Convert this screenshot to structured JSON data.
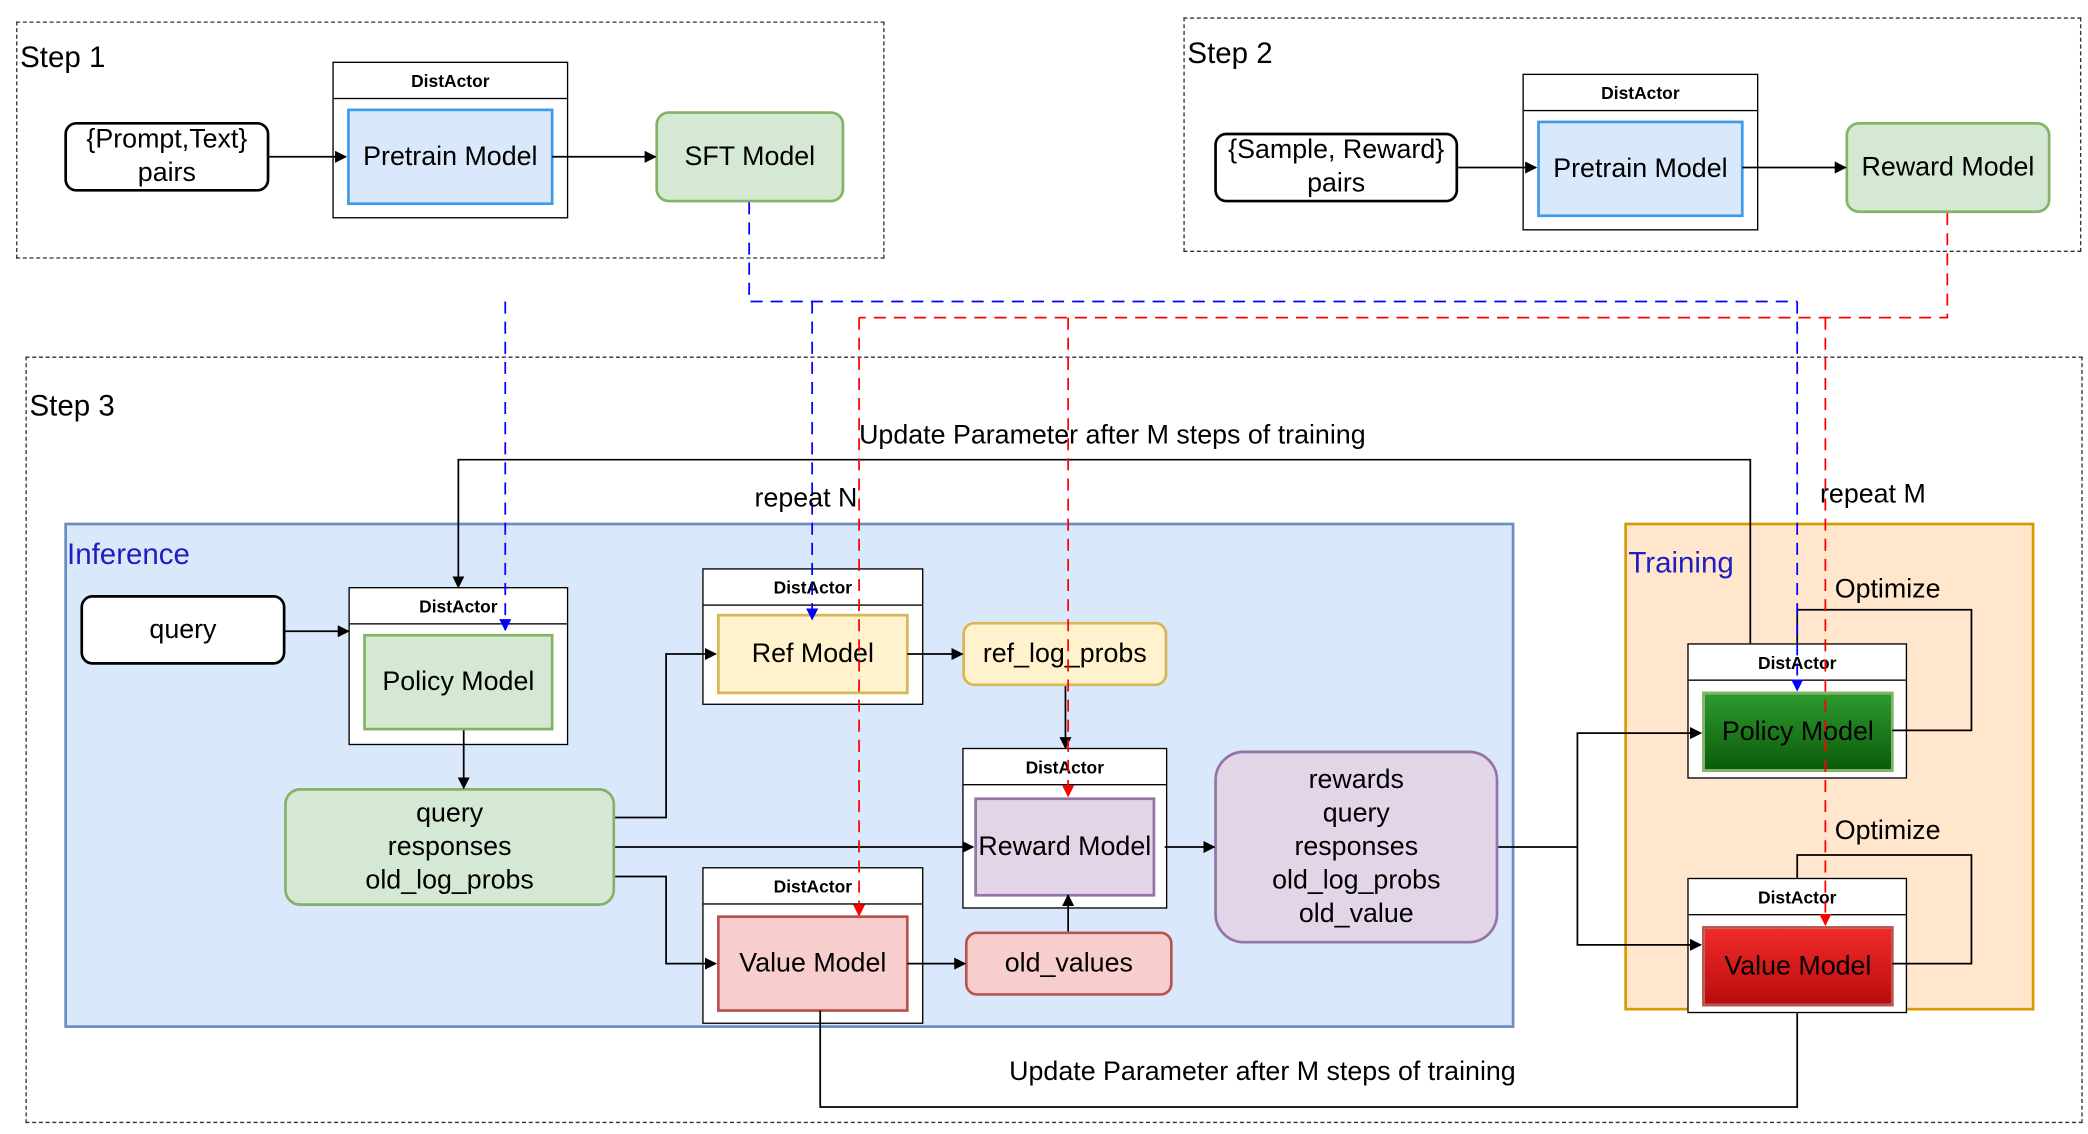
{
  "steps": {
    "step1": "Step 1",
    "step2": "Step 2",
    "step3": "Step 3"
  },
  "regions": {
    "inference": "Inference",
    "training": "Training"
  },
  "header_label": "DistActor",
  "nodes": {
    "prompt_text_pairs": [
      "{Prompt,Text}",
      "pairs"
    ],
    "pretrain_model_1": "Pretrain Model",
    "sft_model": "SFT Model",
    "sample_reward_pairs": [
      "{Sample, Reward}",
      "pairs"
    ],
    "pretrain_model_2": "Pretrain Model",
    "reward_model_top": "Reward Model",
    "query": "query",
    "policy_model": "Policy Model",
    "ref_model": "Ref Model",
    "ref_log_probs": "ref_log_probs",
    "reward_model": "Reward Model",
    "value_model": "Value Model",
    "old_values": "old_values",
    "query_bundle": [
      "query",
      "responses",
      "old_log_probs"
    ],
    "rewards_bundle": [
      "rewards",
      "query",
      "responses",
      "old_log_probs",
      "old_value"
    ],
    "policy_model_train": "Policy Model",
    "value_model_train": "Value Model"
  },
  "labels": {
    "update_top": "Update Parameter after M steps of training",
    "update_bottom": "Update Parameter after M steps of training",
    "repeat_n": "repeat N",
    "repeat_m": "repeat M",
    "optimize_1": "Optimize",
    "optimize_2": "Optimize"
  },
  "colors": {
    "blue_box_fill": "#dae8fc",
    "blue_box_stroke": "#3d9be9",
    "green_fill": "#d5e8d4",
    "green_stroke": "#82b366",
    "yellow_fill": "#fff2cc",
    "yellow_stroke": "#d6b656",
    "purple_fill": "#e1d5e7",
    "purple_stroke": "#9673a6",
    "red_fill": "#f8cecc",
    "red_stroke": "#b85450",
    "inference_fill": "#dae8fc",
    "inference_stroke": "#6c8ebf",
    "training_fill": "#ffe6cc",
    "training_stroke": "#d79b00",
    "blue_dash": "#0000ff",
    "red_dash": "#ff0000"
  }
}
